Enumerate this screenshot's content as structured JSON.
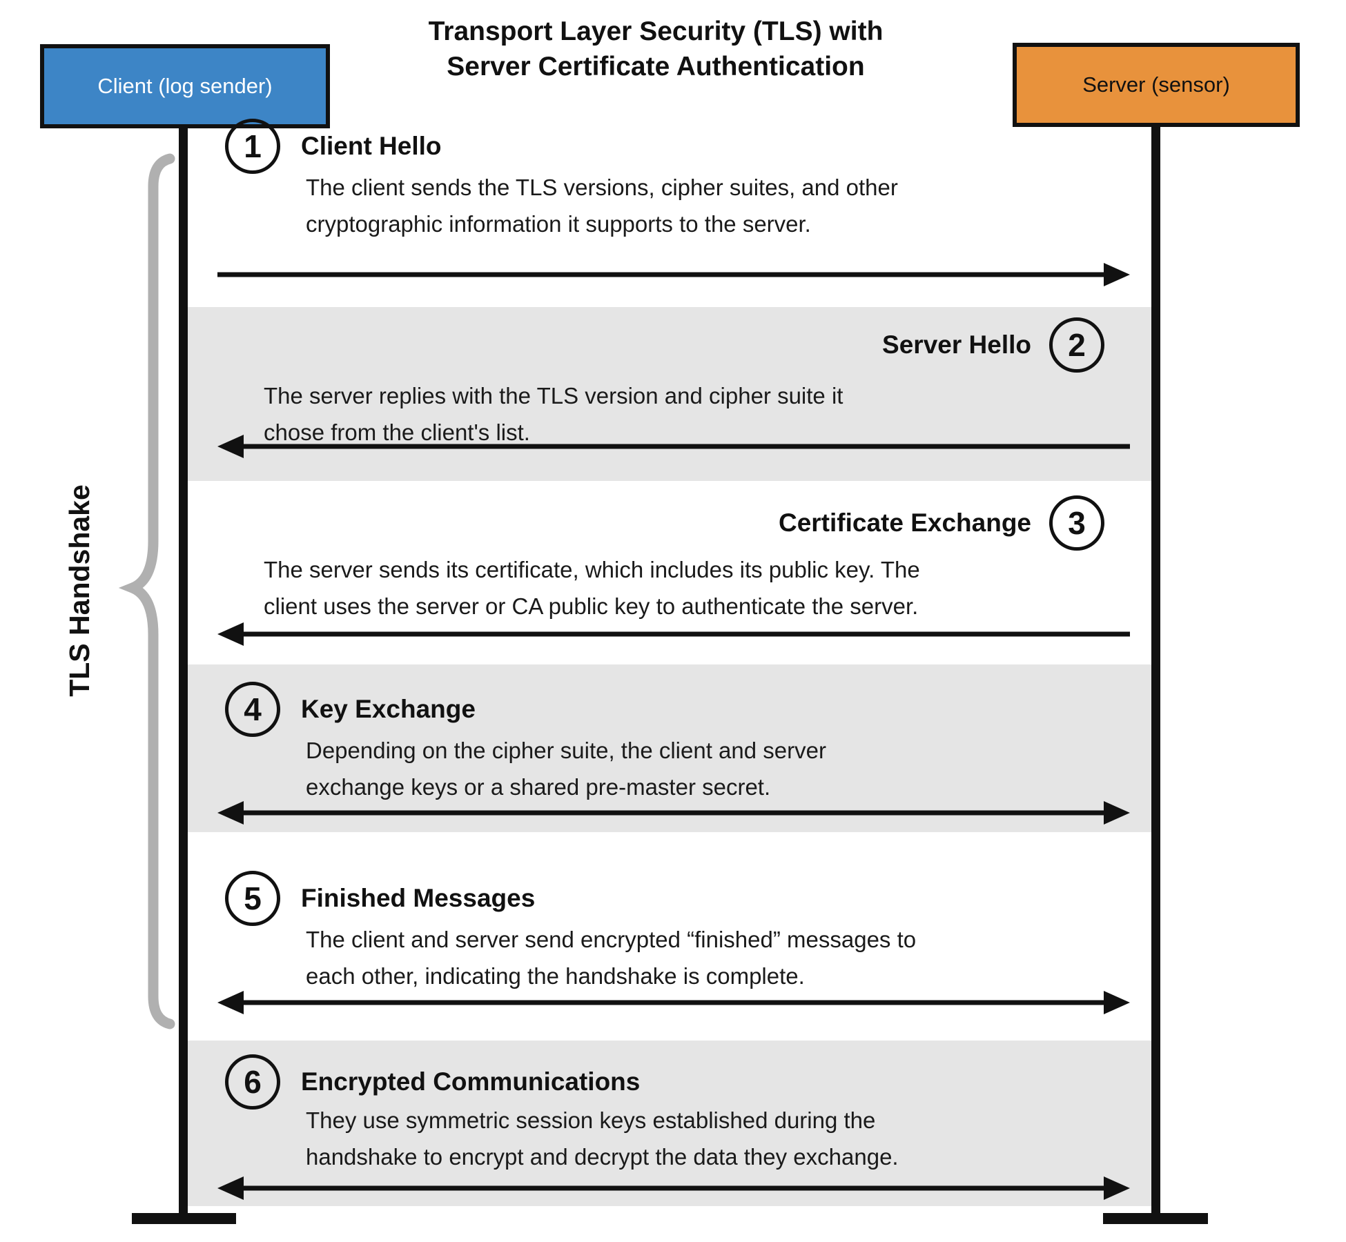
{
  "title": {
    "line1": "Transport Layer Security (TLS) with",
    "line2": "Server Certificate Authentication"
  },
  "actors": {
    "client": {
      "label": "Client (log sender)",
      "color": "#3d85c6"
    },
    "server": {
      "label": "Server (sensor)",
      "color": "#e8923c"
    }
  },
  "brace_label": "TLS Handshake",
  "colors": {
    "client_blue": "#3d85c6",
    "server_orange": "#e8923c",
    "band_gray": "#e5e5e5",
    "brace_gray": "#b0b0b0",
    "line_black": "#111111"
  },
  "steps": [
    {
      "number": "1",
      "title": "Client Hello",
      "side": "client",
      "shaded": false,
      "arrow_direction": "right",
      "desc_lines": [
        "The client sends the TLS versions, cipher suites, and other",
        "cryptographic information it supports to the server."
      ]
    },
    {
      "number": "2",
      "title": "Server Hello",
      "side": "server",
      "shaded": true,
      "arrow_direction": "left",
      "desc_lines": [
        "The server replies with the TLS version and cipher suite it",
        "chose from the client's list."
      ]
    },
    {
      "number": "3",
      "title": "Certificate Exchange",
      "side": "server",
      "shaded": false,
      "arrow_direction": "left",
      "desc_lines": [
        "The server sends its certificate, which includes its public key. The",
        "client uses the server or CA public key to authenticate the server."
      ]
    },
    {
      "number": "4",
      "title": "Key Exchange",
      "side": "client",
      "shaded": true,
      "arrow_direction": "both",
      "desc_lines": [
        "Depending on the cipher suite, the client and server",
        "exchange keys or a shared pre-master secret."
      ]
    },
    {
      "number": "5",
      "title": "Finished Messages",
      "side": "client",
      "shaded": false,
      "arrow_direction": "both",
      "desc_lines": [
        "The client and server send encrypted “finished” messages to",
        "each other, indicating the handshake is complete."
      ]
    },
    {
      "number": "6",
      "title": "Encrypted Communications",
      "side": "client",
      "shaded": true,
      "arrow_direction": "both",
      "desc_lines": [
        "They use symmetric session keys established during the",
        "handshake to encrypt and decrypt the data they exchange."
      ]
    }
  ]
}
